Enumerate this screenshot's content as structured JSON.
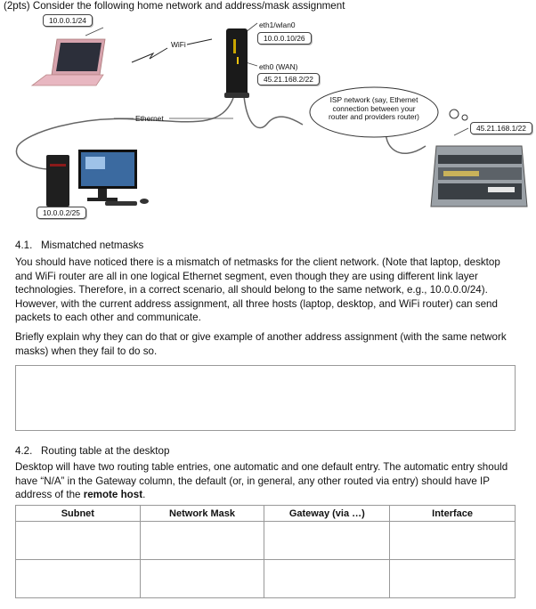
{
  "header": {
    "text": "(2pts) Consider the following home network and address/mask assignment"
  },
  "diagram": {
    "laptop_ip": "10.0.0.1/24",
    "wifi_label": "WiFi",
    "wlan_label": "eth1/wlan0",
    "wlan_ip": "10.0.0.10/26",
    "wan_label": "eth0 (WAN)",
    "wan_ip": "45.21.168.2/22",
    "ethernet_label": "Ethernet",
    "isp_cloud": "ISP network (say, Ethernet connection between your router and providers router)",
    "isp_router_ip": "45.21.168.1/22",
    "desktop_ip": "10.0.0.2/25"
  },
  "section1": {
    "num": "4.1.",
    "title": "Mismatched netmasks",
    "para1": "You should have noticed there is a mismatch of netmasks for the client network. (Note that laptop, desktop and WiFi router are all in one logical Ethernet segment, even though they are using different link layer technologies.  Therefore, in a correct scenario, all should belong to the same network, e.g., 10.0.0.0/24).  However, with the current address assignment, all three hosts (laptop, desktop, and WiFi router) can send packets to each other and communicate.",
    "para2": "Briefly explain why they can do that or give example of another address assignment (with the same network masks) when they fail to do so."
  },
  "section2": {
    "num": "4.2.",
    "title": "Routing table at the desktop",
    "para_a": "Desktop will have two routing table entries, one automatic and one default entry.  The automatic entry should have “N/A” in the Gateway column, the default (or, in general, any other routed via entry) should have IP address of the ",
    "para_bold": "remote host",
    "para_end": "."
  },
  "table": {
    "headers": [
      "Subnet",
      "Network Mask",
      "Gateway (via …)",
      "Interface"
    ]
  }
}
